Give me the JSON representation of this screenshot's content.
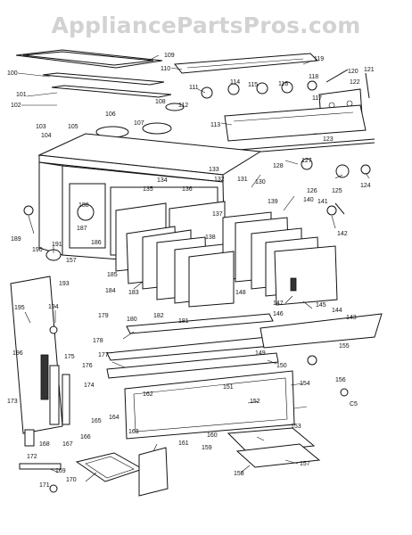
{
  "watermark": "AppliancePartsPros.com",
  "diagram_code": "C5",
  "parts": [
    {
      "id": "p109",
      "label": "109"
    },
    {
      "id": "p100",
      "label": "100"
    },
    {
      "id": "p110",
      "label": "110"
    },
    {
      "id": "p119",
      "label": "119"
    },
    {
      "id": "p120",
      "label": "120"
    },
    {
      "id": "p121",
      "label": "121"
    },
    {
      "id": "p101",
      "label": "101"
    },
    {
      "id": "p111",
      "label": "111"
    },
    {
      "id": "p114",
      "label": "114"
    },
    {
      "id": "p115",
      "label": "115"
    },
    {
      "id": "p116",
      "label": "116"
    },
    {
      "id": "p118",
      "label": "118"
    },
    {
      "id": "p122",
      "label": "122"
    },
    {
      "id": "p102",
      "label": "102"
    },
    {
      "id": "p108",
      "label": "108"
    },
    {
      "id": "p117",
      "label": "117"
    },
    {
      "id": "p106",
      "label": "106"
    },
    {
      "id": "p112",
      "label": "112"
    },
    {
      "id": "p107",
      "label": "107"
    },
    {
      "id": "p105",
      "label": "105"
    },
    {
      "id": "p113",
      "label": "113"
    },
    {
      "id": "p103",
      "label": "103"
    },
    {
      "id": "p104",
      "label": "104"
    },
    {
      "id": "p123",
      "label": "123"
    },
    {
      "id": "p128",
      "label": "128"
    },
    {
      "id": "p127",
      "label": "127"
    },
    {
      "id": "p133",
      "label": "133"
    },
    {
      "id": "p132",
      "label": "132"
    },
    {
      "id": "p131",
      "label": "131"
    },
    {
      "id": "p130",
      "label": "130"
    },
    {
      "id": "p126",
      "label": "126"
    },
    {
      "id": "p125",
      "label": "125"
    },
    {
      "id": "p124",
      "label": "124"
    },
    {
      "id": "p134",
      "label": "134"
    },
    {
      "id": "p135",
      "label": "135"
    },
    {
      "id": "p136",
      "label": "136"
    },
    {
      "id": "p139",
      "label": "139"
    },
    {
      "id": "p188",
      "label": "188"
    },
    {
      "id": "p137",
      "label": "137"
    },
    {
      "id": "p140",
      "label": "140"
    },
    {
      "id": "p141",
      "label": "141"
    },
    {
      "id": "p187",
      "label": "187"
    },
    {
      "id": "p138",
      "label": "138"
    },
    {
      "id": "p142",
      "label": "142"
    },
    {
      "id": "p189",
      "label": "189"
    },
    {
      "id": "p186",
      "label": "186"
    },
    {
      "id": "p190",
      "label": "190"
    },
    {
      "id": "p191",
      "label": "191"
    },
    {
      "id": "p157a",
      "label": "157"
    },
    {
      "id": "p185",
      "label": "185"
    },
    {
      "id": "p184",
      "label": "184"
    },
    {
      "id": "p183",
      "label": "183"
    },
    {
      "id": "p148",
      "label": "148"
    },
    {
      "id": "p147",
      "label": "147"
    },
    {
      "id": "p145",
      "label": "145"
    },
    {
      "id": "p193",
      "label": "193"
    },
    {
      "id": "p182",
      "label": "182"
    },
    {
      "id": "p181",
      "label": "181"
    },
    {
      "id": "p144",
      "label": "144"
    },
    {
      "id": "p195",
      "label": "195"
    },
    {
      "id": "p194",
      "label": "194"
    },
    {
      "id": "p179",
      "label": "179"
    },
    {
      "id": "p180",
      "label": "180"
    },
    {
      "id": "p146",
      "label": "146"
    },
    {
      "id": "p143",
      "label": "143"
    },
    {
      "id": "p178",
      "label": "178"
    },
    {
      "id": "p155",
      "label": "155"
    },
    {
      "id": "p196",
      "label": "196"
    },
    {
      "id": "p177",
      "label": "177"
    },
    {
      "id": "p149",
      "label": "149"
    },
    {
      "id": "p175",
      "label": "175"
    },
    {
      "id": "p176",
      "label": "176"
    },
    {
      "id": "p150",
      "label": "150"
    },
    {
      "id": "p174",
      "label": "174"
    },
    {
      "id": "p162",
      "label": "162"
    },
    {
      "id": "p151",
      "label": "151"
    },
    {
      "id": "p154",
      "label": "154"
    },
    {
      "id": "p156",
      "label": "156"
    },
    {
      "id": "p173",
      "label": "173"
    },
    {
      "id": "p165",
      "label": "165"
    },
    {
      "id": "p164",
      "label": "164"
    },
    {
      "id": "p152",
      "label": "152"
    },
    {
      "id": "p166",
      "label": "166"
    },
    {
      "id": "p163",
      "label": "163"
    },
    {
      "id": "p153",
      "label": "153"
    },
    {
      "id": "p167",
      "label": "167"
    },
    {
      "id": "p168",
      "label": "168"
    },
    {
      "id": "p161",
      "label": "161"
    },
    {
      "id": "p160",
      "label": "160"
    },
    {
      "id": "p159",
      "label": "159"
    },
    {
      "id": "p172",
      "label": "172"
    },
    {
      "id": "p169",
      "label": "169"
    },
    {
      "id": "p157b",
      "label": "157"
    },
    {
      "id": "p158",
      "label": "158"
    },
    {
      "id": "p171",
      "label": "171"
    },
    {
      "id": "p170",
      "label": "170"
    }
  ]
}
